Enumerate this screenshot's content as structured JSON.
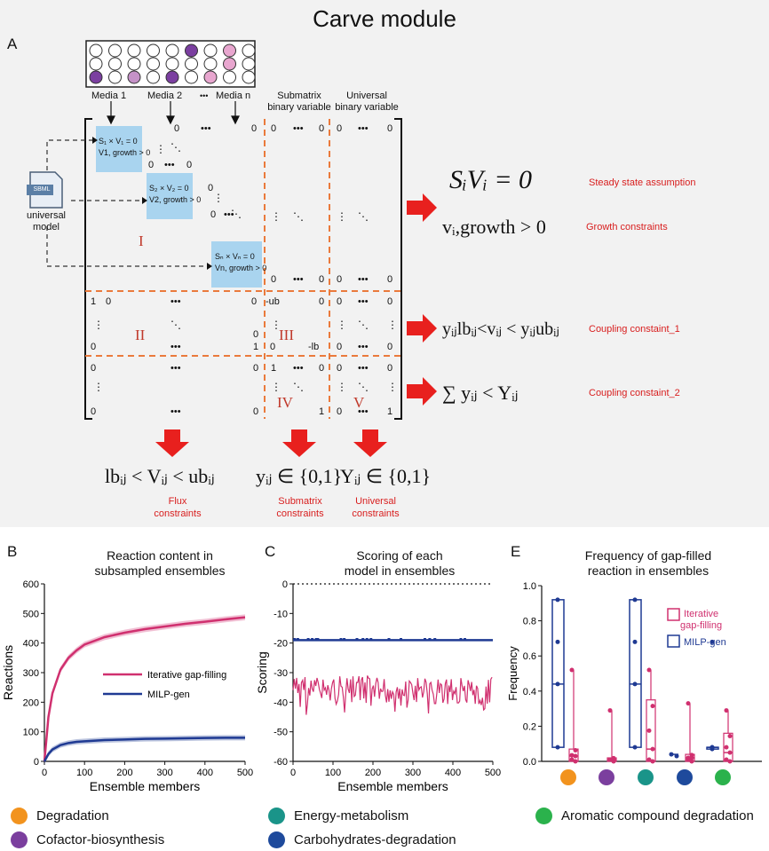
{
  "figure": {
    "title": "Carve module",
    "panel_labels": {
      "A": "A",
      "B": "B",
      "C": "C",
      "E": "E"
    }
  },
  "panelA": {
    "media_labels": [
      "Media 1",
      "Media 2",
      "•••",
      "Media n"
    ],
    "submatrix_header": [
      "Submatrix",
      "binary variable"
    ],
    "universal_header": [
      "Universal",
      "binary variable"
    ],
    "sbml_badge": "SBML",
    "universal_model": [
      "universal",
      "model"
    ],
    "blocks": [
      "I",
      "II",
      "III",
      "IV",
      "V"
    ],
    "equations": {
      "steady_state": "SᵢVᵢ = 0",
      "growth": "vᵢ,growth > 0",
      "coupling1": "yᵢⱼlbᵢⱼ<vᵢⱼ < yᵢⱼubᵢⱼ",
      "coupling2": "∑ yᵢⱼ < Yᵢⱼ"
    },
    "constraint_names": {
      "steady_state": "Steady state assumption",
      "growth": "Growth constraints",
      "coupling1": "Coupling constaint_1",
      "coupling2": "Coupling constaint_2"
    },
    "bottom_equations": [
      "lbᵢⱼ < Vᵢⱼ < ubᵢⱼ",
      "yᵢⱼ ∈ {0,1}",
      "Yᵢⱼ ∈ {0,1}"
    ],
    "bottom_labels": [
      [
        "Flux",
        "constraints"
      ],
      [
        "Submatrix",
        "constraints"
      ],
      [
        "Universal",
        "constraints"
      ]
    ],
    "media_box_lines": [
      [
        "S₁ × V₁ = 0",
        "V1, growth > 0"
      ],
      [
        "S₂ × V₂ = 0",
        "V2, growth > 0"
      ],
      [
        "Sₙ × Vₙ = 0",
        "Vn, growth > 0"
      ]
    ]
  },
  "panelB": {
    "title": [
      "Reaction content in",
      "subsampled ensembles"
    ],
    "legend": [
      "Iterative gap-filling",
      "MILP-gen"
    ]
  },
  "panelC": {
    "title": [
      "Scoring of each",
      "model in ensembles"
    ]
  },
  "panelE": {
    "title": [
      "Frequency of gap-filled",
      "reaction in ensembles"
    ],
    "legend": [
      "Iterative",
      "gap-filling",
      "MILP-gen"
    ]
  },
  "categories": [
    {
      "name": "Degradation",
      "color": "#f2931e"
    },
    {
      "name": "Cofactor-biosynthesis",
      "color": "#7b3f9e"
    },
    {
      "name": "Energy-metabolism",
      "color": "#1a9489"
    },
    {
      "name": "Carbohydrates-degradation",
      "color": "#1e4a9c"
    },
    {
      "name": "Aromatic compound degradation",
      "color": "#2bb24c"
    }
  ],
  "colors": {
    "pink": "#d0306f",
    "navy": "#1f3a93",
    "red": "#e8201e",
    "orange_dash": "#ea7a3c",
    "block_blue": "#a9d4ef"
  },
  "chart_data": [
    {
      "type": "line",
      "title": "Reaction content in subsampled ensembles",
      "xlabel": "Ensemble members",
      "ylabel": "Reactions",
      "xlim": [
        0,
        500
      ],
      "ylim": [
        0,
        600
      ],
      "xticks": [
        0,
        100,
        200,
        300,
        400,
        500
      ],
      "yticks": [
        0,
        100,
        200,
        300,
        400,
        500,
        600
      ],
      "series": [
        {
          "name": "Iterative gap-filling",
          "x": [
            0,
            10,
            20,
            40,
            60,
            80,
            100,
            150,
            200,
            250,
            300,
            350,
            400,
            450,
            500
          ],
          "y": [
            0,
            150,
            230,
            310,
            350,
            375,
            395,
            420,
            435,
            447,
            456,
            465,
            472,
            480,
            487
          ]
        },
        {
          "name": "MILP-gen",
          "x": [
            0,
            10,
            20,
            40,
            60,
            80,
            100,
            150,
            200,
            250,
            300,
            350,
            400,
            450,
            500
          ],
          "y": [
            0,
            25,
            40,
            55,
            62,
            66,
            68,
            72,
            74,
            76,
            77,
            78,
            79,
            80,
            80
          ]
        }
      ]
    },
    {
      "type": "line",
      "title": "Scoring of each model in ensembles",
      "xlabel": "Ensemble members",
      "ylabel": "Scoring",
      "xlim": [
        0,
        500
      ],
      "ylim": [
        -60,
        0
      ],
      "xticks": [
        0,
        100,
        200,
        300,
        400,
        500
      ],
      "yticks": [
        0,
        -10,
        -20,
        -30,
        -40,
        -50,
        -60
      ],
      "series": [
        {
          "name": "MILP-gen",
          "x": [
            0,
            500
          ],
          "y": [
            -19,
            -19
          ]
        },
        {
          "name": "Iterative gap-filling",
          "x": [
            0,
            500
          ],
          "y": [
            -35,
            -35
          ]
        }
      ]
    },
    {
      "type": "box",
      "title": "Frequency of gap-filled reaction in ensembles",
      "ylabel": "Frequency",
      "ylim": [
        0,
        1.0
      ],
      "yticks": [
        0,
        0.2,
        0.4,
        0.6,
        0.8,
        1.0
      ],
      "categories": [
        "Degradation",
        "Cofactor-biosynthesis",
        "Energy-metabolism",
        "Carbohydrates-degradation",
        "Aromatic compound degradation"
      ],
      "series": [
        {
          "name": "MILP-gen",
          "min": [
            0.07,
            0,
            0.07,
            0.03,
            0.07
          ],
          "q1": [
            0.08,
            0,
            0.08,
            0.04,
            0.07
          ],
          "median": [
            0.44,
            0,
            0.44,
            0.04,
            0.08
          ],
          "q3": [
            0.92,
            0,
            0.92,
            0.04,
            0.08
          ],
          "max": [
            0.92,
            0,
            0.92,
            0.04,
            0.08
          ]
        },
        {
          "name": "Iterative gap-filling",
          "min": [
            0,
            0,
            0,
            0,
            0
          ],
          "q1": [
            0,
            0,
            0,
            0,
            0
          ],
          "median": [
            0.03,
            0.01,
            0.07,
            0.02,
            0.05
          ],
          "q3": [
            0.07,
            0.02,
            0.35,
            0.04,
            0.16
          ],
          "max": [
            0.52,
            0.29,
            0.52,
            0.33,
            0.29
          ]
        }
      ]
    }
  ]
}
